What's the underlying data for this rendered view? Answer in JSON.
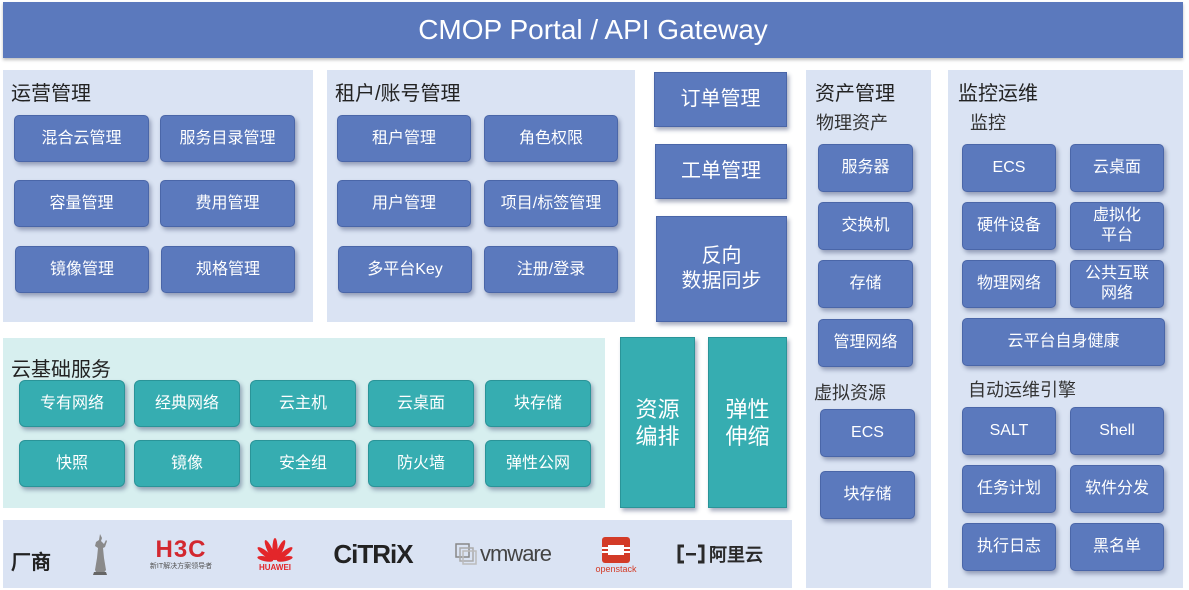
{
  "header": {
    "title": "CMOP Portal / API Gateway"
  },
  "ops": {
    "title": "运营管理",
    "items": [
      "混合云管理",
      "服务目录管理",
      "容量管理",
      "费用管理",
      "镜像管理",
      "规格管理"
    ]
  },
  "tenant": {
    "title": "租户/账号管理",
    "items": [
      "租户管理",
      "角色权限",
      "用户管理",
      "项目/标签管理",
      "多平台Key",
      "注册/登录"
    ]
  },
  "middle": {
    "order": "订单管理",
    "ticket": "工单管理",
    "sync": "反向\n数据同步"
  },
  "cloud": {
    "title": "云基础服务",
    "items": [
      "专有网络",
      "经典网络",
      "云主机",
      "云桌面",
      "块存储",
      "快照",
      "镜像",
      "安全组",
      "防火墙",
      "弹性公网"
    ]
  },
  "orchestration": {
    "label": "资源\n编排"
  },
  "elastic": {
    "label": "弹性\n伸缩"
  },
  "vendors": {
    "title": "厂商",
    "logos": [
      {
        "name": "h3c",
        "text": "H3C",
        "caption": "新IT解决方案领导者",
        "color": "#d3282f"
      },
      {
        "name": "huawei",
        "text": "HUAWEI",
        "color": "#e3262a"
      },
      {
        "name": "citrix",
        "text": "CiTRiX",
        "color": "#222222"
      },
      {
        "name": "vmware",
        "text": "vmware",
        "color": "#444444"
      },
      {
        "name": "openstack",
        "text": "openstack",
        "color": "#d33b27"
      },
      {
        "name": "aliyun",
        "text": "阿里云",
        "color": "#2a2a2a"
      }
    ]
  },
  "assets": {
    "title": "资产管理",
    "physical": {
      "title": "物理资产",
      "items": [
        "服务器",
        "交换机",
        "存储",
        "管理网络"
      ]
    },
    "virtual": {
      "title": "虚拟资源",
      "items": [
        "ECS",
        "块存储"
      ]
    }
  },
  "monitor": {
    "title": "监控运维",
    "monitoring": {
      "title": "监控",
      "items": [
        "ECS",
        "云桌面",
        "硬件设备",
        "虚拟化\n平台",
        "物理网络",
        "公共互联\n网络"
      ],
      "health": "云平台自身健康"
    },
    "automation": {
      "title": "自动运维引擎",
      "items": [
        "SALT",
        "Shell",
        "任务计划",
        "软件分发",
        "执行日志",
        "黑名单"
      ]
    }
  }
}
